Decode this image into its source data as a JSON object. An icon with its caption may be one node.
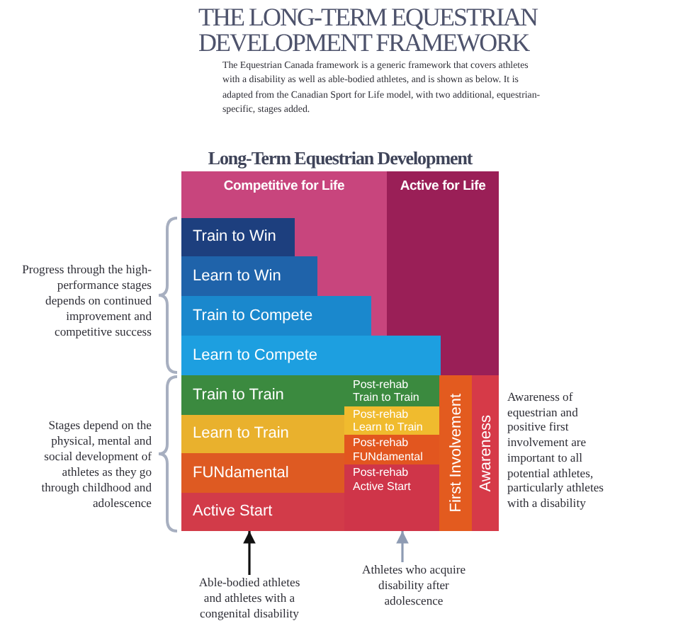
{
  "diagram": {
    "title": "THE LONG-TERM EQUESTRIAN DEVELOPMENT FRAMEWORK",
    "nodes": [
      {
        "text": [
          "Long-Term Equestrian Development"
        ]
      },
      {
        "text": [
          "Competitive for Life"
        ],
        "in": 0
      },
      {
        "text": [
          "Active for Life"
        ],
        "in": 0
      },
      {
        "text": [
          "Train to Win"
        ],
        "in": 1
      },
      {
        "text": [
          "Learn to Win"
        ],
        "in": 1
      },
      {
        "text": [
          "Train to Compete"
        ],
        "in": 1
      },
      {
        "text": [
          "Learn to Compete"
        ],
        "in": 0
      },
      {
        "text": [
          "Train to Train"
        ],
        "in": 0
      },
      {
        "text": [
          "Post-rehab Train to Train"
        ],
        "in": 0
      },
      {
        "text": [
          "Learn to Train"
        ],
        "in": 0
      },
      {
        "text": [
          "Post-rehab Learn to Train"
        ],
        "in": 0
      },
      {
        "text": [
          "FUNdamental"
        ],
        "in": 0
      },
      {
        "text": [
          "Post-rehab FUNdamental"
        ],
        "in": 0
      },
      {
        "text": [
          "Active Start"
        ],
        "in": 0
      },
      {
        "text": [
          "Post-rehab Active Start"
        ],
        "in": 0
      },
      {
        "text": [
          "First Involvement"
        ],
        "in": 0
      },
      {
        "text": [
          "Awareness"
        ],
        "in": 0
      },
      {
        "text": [
          "Able-bodied athletes and athletes with a congenital disability"
        ]
      },
      {
        "text": [
          "Athletes who acquire disability after adolescence"
        ]
      }
    ],
    "edges": [
      {
        "from": 17,
        "to": 13,
        "arrow": "to"
      },
      {
        "from": 18,
        "to": 14,
        "arrow": "to",
        "color": "#8e9bb3"
      }
    ],
    "labels": [
      "The Equestrian Canada framework is a generic framework that covers athletes with a disability as well as able-bodied athletes, and is shown as below. It is adapted from the Canadian Sport for Life model, with two additional, equestrian-specific, stages added.",
      "Progress through the high-performance stages depends on continued improvement and competitive success",
      "Stages depend on the physical, mental and social development of athletes as they go through childhood and adolescence",
      "Awareness of equestrian and positive first involvement are important to all potential athletes, particularly athletes with a disability"
    ]
  }
}
